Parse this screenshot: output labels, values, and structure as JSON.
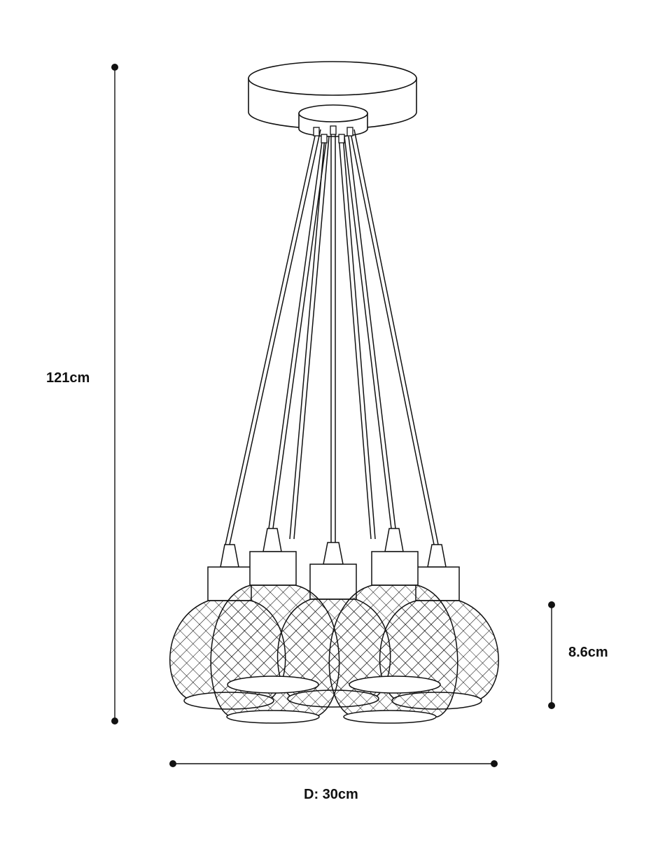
{
  "dimensions": {
    "height_label": "121cm",
    "shade_height_label": "8.6cm",
    "diameter_label": "D: 30cm"
  },
  "product": {
    "pendant_count": 7
  }
}
